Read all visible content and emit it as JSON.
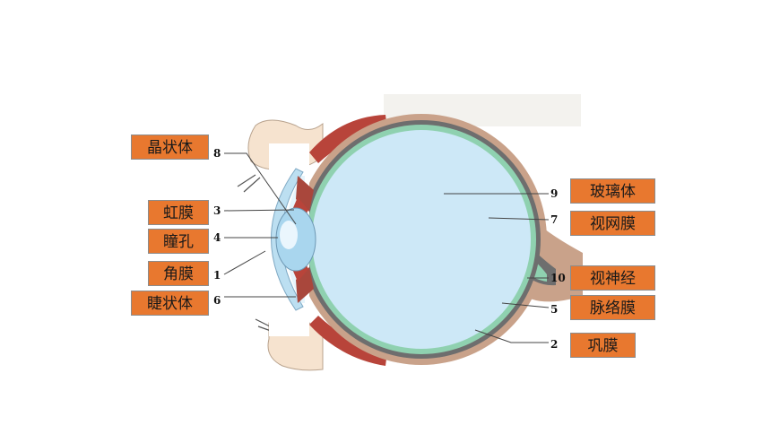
{
  "labels": {
    "lens": "晶状体",
    "iris": "虹膜",
    "pupil": "瞳孔",
    "cornea": "角膜",
    "ciliary_body": "睫状体",
    "vitreous": "玻璃体",
    "retina": "视网膜",
    "optic_nerve": "视神经",
    "choroid": "脉络膜",
    "sclera": "巩膜"
  },
  "numbers": {
    "n1": "1",
    "n2": "2",
    "n3": "3",
    "n4": "4",
    "n5": "5",
    "n6": "6",
    "n7": "7",
    "n8": "8",
    "n9": "9",
    "n10": "10"
  },
  "colors": {
    "label_fill": "#e8782f",
    "vitreous": "#cde8f7",
    "retina": "#8fd1b0",
    "choroid": "#6e6e6e",
    "sclera": "#c9a28a",
    "muscle": "#b8443a",
    "skin": "#f6e3cf"
  }
}
